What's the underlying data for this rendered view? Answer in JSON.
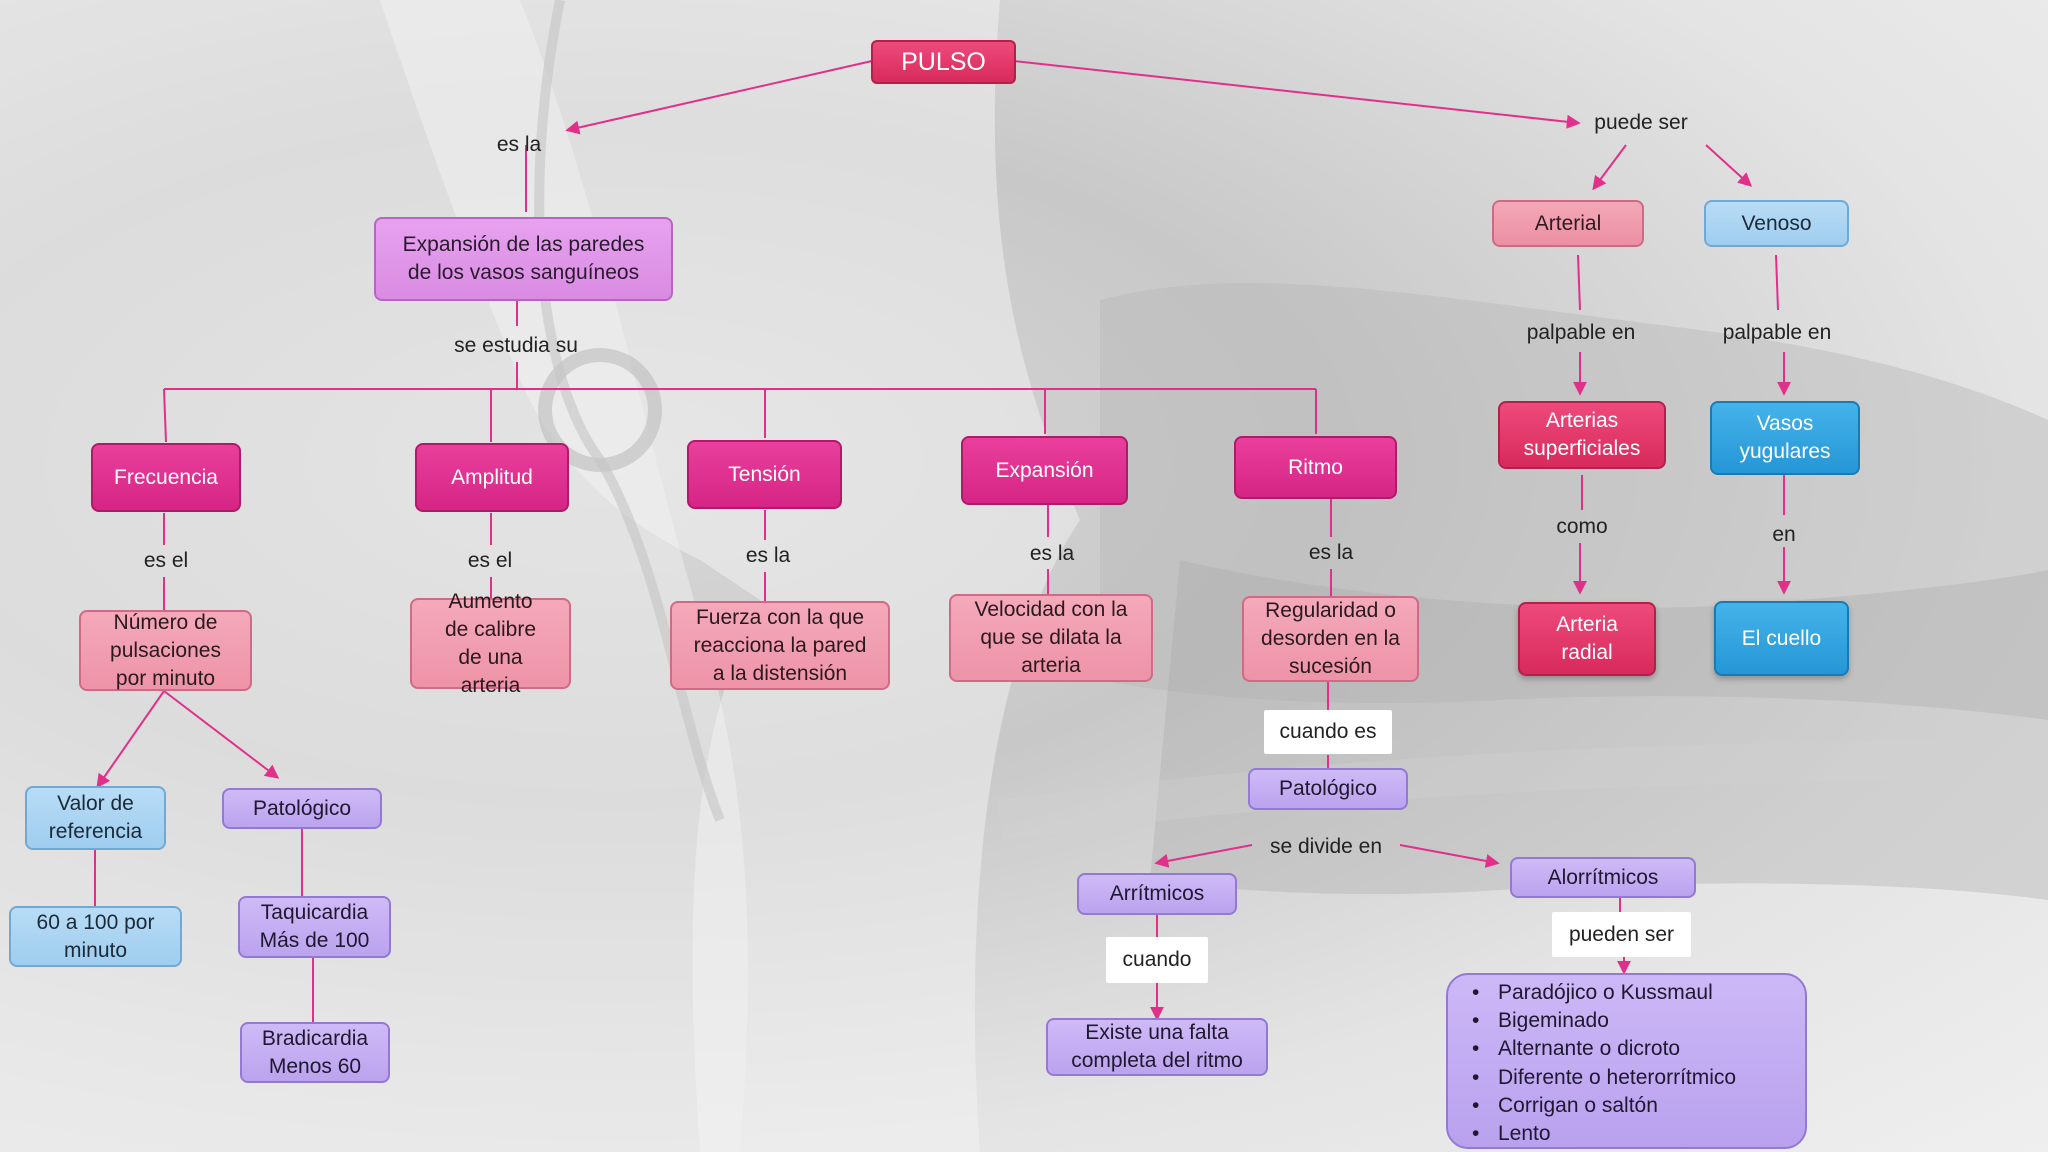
{
  "root": "PULSO",
  "connectors": {
    "es_la_top": "es  la",
    "puede_ser": "puede ser",
    "se_estudia_su": "se estudia su",
    "freq_es_el": "es el",
    "ampl_es_el": "es el",
    "tens_es_la": "es la",
    "exp_es_la": "es la",
    "ritmo_es_la": "es la",
    "palpable_arterial": "palpable en",
    "palpable_venoso": "palpable en",
    "como": "como",
    "en": "en",
    "cuando_es": "cuando es",
    "se_divide_en": "se divide en",
    "cuando": "cuando",
    "pueden_ser": "pueden ser"
  },
  "nodes": {
    "definition": "Expansión de las paredes de los vasos sanguíneos",
    "frecuencia": "Frecuencia",
    "amplitud": "Amplitud",
    "tension": "Tensión",
    "expansion": "Expansión",
    "ritmo": "Ritmo",
    "freq_def": "Número de pulsaciones por minuto",
    "ampl_def": "Aumento de calibre de una arteria",
    "tens_def": "Fuerza con la que reacciona la pared a la distensión",
    "exp_def": "Velocidad con la que se dilata la arteria",
    "ritmo_def": "Regularidad o desorden en la sucesión",
    "valor_ref": "Valor de referencia",
    "valor_ref_value": "60 a 100 por minuto",
    "patologico_freq": "Patológico",
    "taquicardia": "Taquicardia Más de 100",
    "bradicardia": "Bradicardia Menos 60",
    "patologico_ritmo": "Patológico",
    "arritmicos": "Arrítmicos",
    "arritmicos_def": "Existe una falta completa del ritmo",
    "alorritmicos": "Alorrítmicos",
    "arterial": "Arterial",
    "venoso": "Venoso",
    "arterias_sup": "Arterias superficiales",
    "vasos_yug": "Vasos yugulares",
    "arteria_radial": "Arteria radial",
    "el_cuello": "El cuello"
  },
  "alorritmicos_types": [
    "Paradójico o Kussmaul",
    "Bigeminado",
    "Alternante  o dicroto",
    "Diferente o heterorrítmico",
    "Corrigan o saltón",
    "Lento"
  ],
  "colors": {
    "line": "#e0308a",
    "magenta": "#d52585",
    "pink": "#ee93a8",
    "violet": "#d98be2",
    "lavender": "#bba3ee",
    "light_blue": "#9fcdef",
    "blue": "#2596d6"
  }
}
